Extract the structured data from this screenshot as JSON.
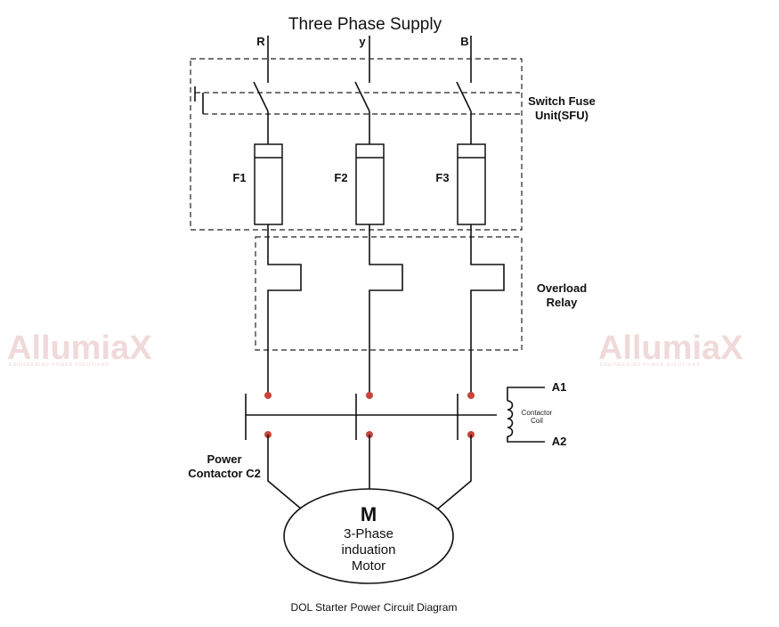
{
  "title": "Three Phase Supply",
  "phases": [
    "R",
    "y",
    "B"
  ],
  "fuses": [
    "F1",
    "F2",
    "F3"
  ],
  "sfu_label": [
    "Switch Fuse",
    "Unit(SFU)"
  ],
  "overload_label": [
    "Overload",
    "Relay"
  ],
  "contactor_coil_label": [
    "Contactor",
    "Coil"
  ],
  "coil_terminals": [
    "A1",
    "A2"
  ],
  "contactor_label": [
    "Power",
    "Contactor C2"
  ],
  "motor": {
    "symbol": "M",
    "lines": [
      "3-Phase",
      "induation",
      "Motor"
    ]
  },
  "caption": "DOL Starter Power Circuit Diagram",
  "watermark": {
    "text": "AllumiaX",
    "tagline": "ENGINEERING POWER SOLUTIONS"
  },
  "colors": {
    "wire": "#111111",
    "terminal_dot": "#c8443a",
    "watermark": "#f0d9d9"
  }
}
